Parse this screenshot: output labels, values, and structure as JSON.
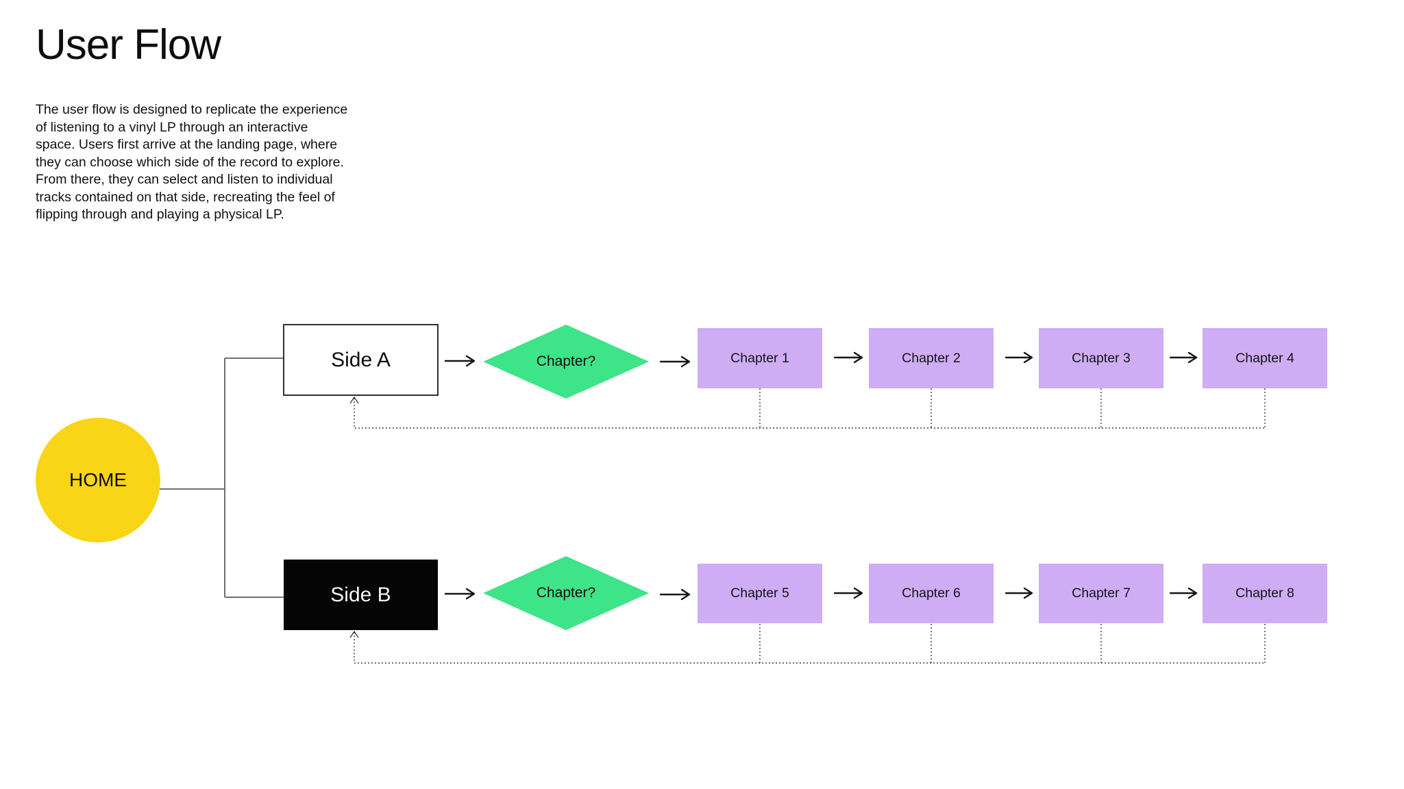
{
  "page": {
    "title": "User Flow",
    "description": "The user flow is designed to replicate the experience\nof listening to a vinyl LP through an interactive\nspace.  Users first arrive at the landing page, where\nthey can choose which side of the record to explore.\n From there, they can select and listen to individual\ntracks contained on that side, recreating the feel of\nflipping through and playing a physical LP."
  },
  "colors": {
    "home_circle": "#F8D516",
    "decision_diamond": "#3EE488",
    "chapter_box": "#CFADF5",
    "side_b_box": "#050505",
    "side_a_box": "#FFFFFF",
    "solid_connector": "#6f6f6f",
    "dotted_connector": "#3d3d3d",
    "arrow": "#151515"
  },
  "flow": {
    "home_label": "HOME",
    "rows": [
      {
        "side_label": "Side A",
        "decision_label": "Chapter?",
        "chapters": [
          "Chapter 1",
          "Chapter 2",
          "Chapter 3",
          "Chapter 4"
        ]
      },
      {
        "side_label": "Side B",
        "decision_label": "Chapter?",
        "chapters": [
          "Chapter 5",
          "Chapter 6",
          "Chapter 7",
          "Chapter 8"
        ]
      }
    ]
  }
}
